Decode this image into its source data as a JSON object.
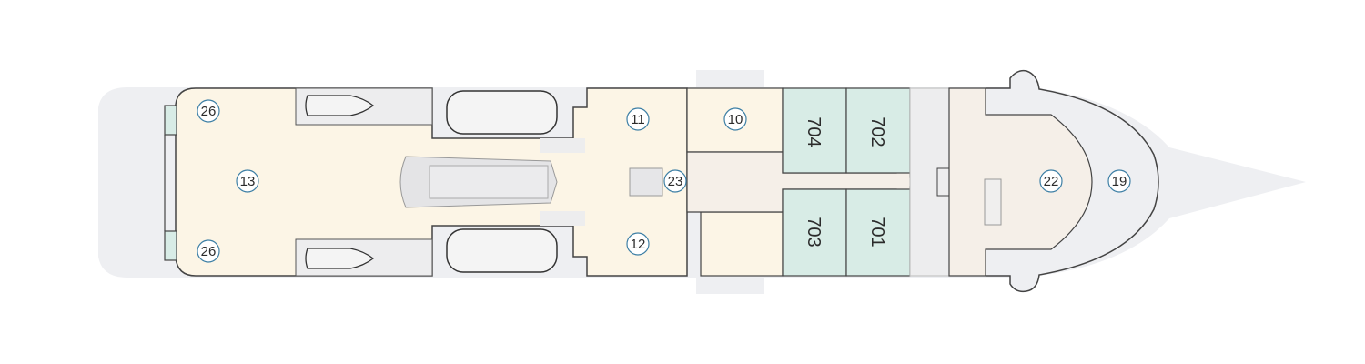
{
  "deck_plan": {
    "colors": {
      "hull": "#eeeff2",
      "outline": "#444444",
      "public_area": "#fcf5e6",
      "service_area": "#f5efe8",
      "cabin": "#d8ece6",
      "neutral": "#ededee",
      "marker_stroke": "#3d7fa5"
    },
    "markers": {
      "m26_top": "26",
      "m26_bottom": "26",
      "m13": "13",
      "m11": "11",
      "m12": "12",
      "m10": "10",
      "m23": "23",
      "m22": "22",
      "m19": "19"
    },
    "cabins": {
      "c704": "704",
      "c702": "702",
      "c703": "703",
      "c701": "701"
    }
  }
}
